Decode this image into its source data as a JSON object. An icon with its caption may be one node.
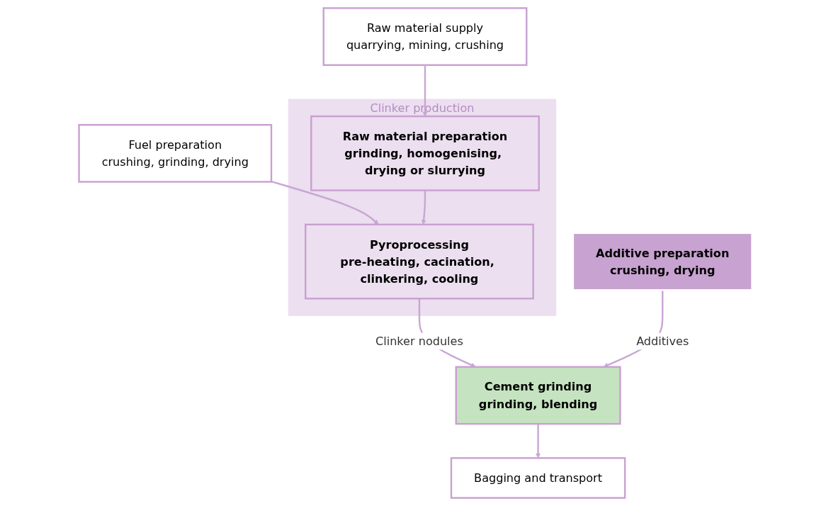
{
  "diagram": {
    "nodes": [
      {
        "text": [
          "Raw material supply",
          "quarrying, mining, crushing"
        ]
      },
      {
        "text": [
          "Fuel preparation",
          "crushing, grinding, drying"
        ]
      },
      {
        "text": [
          "Additive preparation",
          "crushing, drying"
        ]
      },
      {
        "text": [
          "Clinker production"
        ]
      },
      {
        "text": [
          "Raw material preparation",
          "grinding, homogenising, drying or slurrying"
        ],
        "in": 3
      },
      {
        "text": [
          "Pyroprocessing",
          "pre-heating, cacination, clinkering, cooling"
        ],
        "in": 3
      },
      {
        "text": [
          "Cement grinding",
          "grinding, blending"
        ]
      },
      {
        "text": [
          "Bagging and transport"
        ]
      }
    ],
    "edges": [
      {
        "from": 0,
        "to": 4,
        "arrow": "to"
      },
      {
        "from": 1,
        "to": 5,
        "arrow": "to"
      },
      {
        "from": 4,
        "to": 5,
        "arrow": "to"
      },
      {
        "from": 5,
        "to": 6,
        "arrow": "to",
        "label": "Clinker nodules"
      },
      {
        "from": 2,
        "to": 6,
        "arrow": "to",
        "label": "Additives"
      },
      {
        "from": 6,
        "to": 7,
        "arrow": "to"
      }
    ]
  }
}
